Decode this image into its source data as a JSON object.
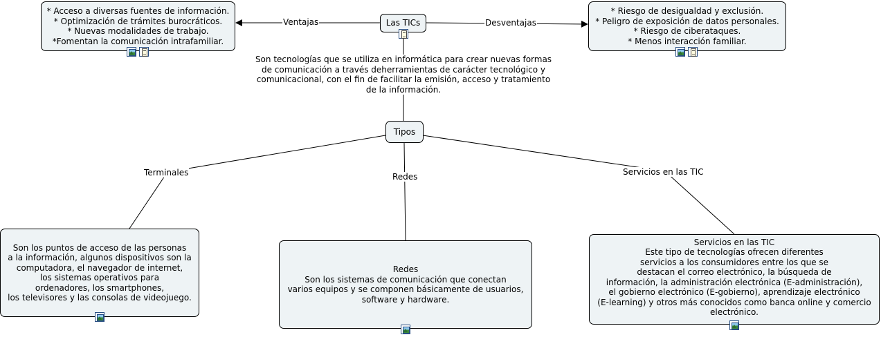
{
  "nodes": {
    "root": "Las TICs",
    "ventajas_box": "* Acceso a diversas fuentes de información.\n* Optimización de trámites burocráticos.\n* Nuevas modalidades de trabajo.\n*Fomentan la comunicación intrafamiliar.",
    "desventajas_box": "* Riesgo de desigualdad y exclusión.\n* Peligro de exposición de datos personales.\n* Riesgo de ciberataques.\n* Menos interacción familiar.",
    "tipos": "Tipos",
    "terminales_box": "Son los puntos de acceso de las personas\na la información, algunos dispositivos son la\ncomputadora, el navegador de internet,\nlos sistemas operativos para\nordenadores, los smartphones,\nlos televisores y las consolas de videojuego.",
    "redes_box": "Redes\nSon los sistemas de comunicación que conectan\nvarios equipos y  se componen básicamente de usuarios,\nsoftware y hardware.",
    "servicios_box": "Servicios en las TIC\nEste tipo de tecnologías ofrecen diferentes\nservicios a los consumidores entre los que se\ndestacan el correo electrónico, la búsqueda de\ninformación, la administración electrónica (E-administración),\nel gobierno electrónico (E-gobierno), aprendizaje electrónico\n(E-learning) y otros más conocidos como banca online y comercio\nelectrónico."
  },
  "links": {
    "ventajas": "Ventajas",
    "desventajas": "Desventajas",
    "definition": "Son tecnologías que se utiliza en informática para crear nuevas formas\nde comunicación a través deherramientas de carácter tecnológico y\ncomunicacional, con el fin de facilitar la emisión, acceso y tratamiento\nde la información.",
    "terminales": "Terminales",
    "redes": "Redes",
    "servicios": "Servicios en las TIC"
  },
  "icons": {
    "image": "image-resource-icon",
    "document": "document-resource-icon"
  },
  "colors": {
    "node_fill": "#eef3f5",
    "icon_border": "#274d82"
  }
}
